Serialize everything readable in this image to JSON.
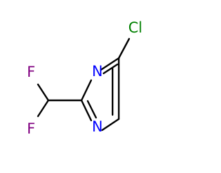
{
  "molecule": {
    "atoms": {
      "cl": {
        "symbol": "Cl",
        "color": "#008000"
      },
      "n_top": {
        "symbol": "N",
        "color": "#0000ff"
      },
      "n_bottom": {
        "symbol": "N",
        "color": "#0000ff"
      },
      "f_top": {
        "symbol": "F",
        "color": "#800080"
      },
      "f_bottom": {
        "symbol": "F",
        "color": "#800080"
      }
    },
    "bond_color": "#000000",
    "background": "#ffffff"
  }
}
